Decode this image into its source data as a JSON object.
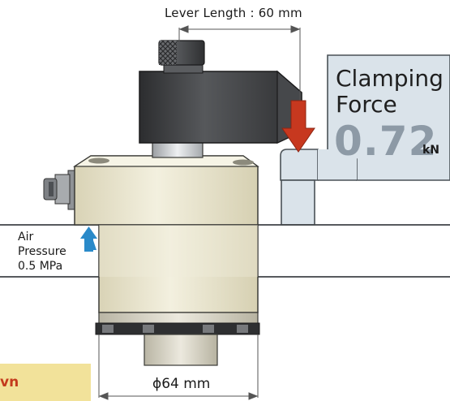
{
  "annotations": {
    "lever_length": "Lever Length : 60 mm",
    "clamping_line1": "Clamping",
    "clamping_line2": "Force",
    "force_value": "0.72",
    "force_unit": "kN",
    "air_line1": "Air",
    "air_line2": "Pressure",
    "air_line3": "0.5 MPa",
    "diameter": "ϕ64 mm",
    "badge_text": "vn"
  },
  "colors": {
    "force_arrow": "#c7381f",
    "air_arrow": "#2a8ac9",
    "force_value": "#8d9aa6",
    "body": "#ede9d2",
    "solenoid": "#3e4043",
    "clamp_plate": "#dae3ea",
    "badge_bg": "#f2e29a",
    "badge_text": "#c33b1d"
  },
  "icons": {
    "force_arrow": "arrow-down-icon",
    "air_arrow": "arrow-up-icon"
  }
}
